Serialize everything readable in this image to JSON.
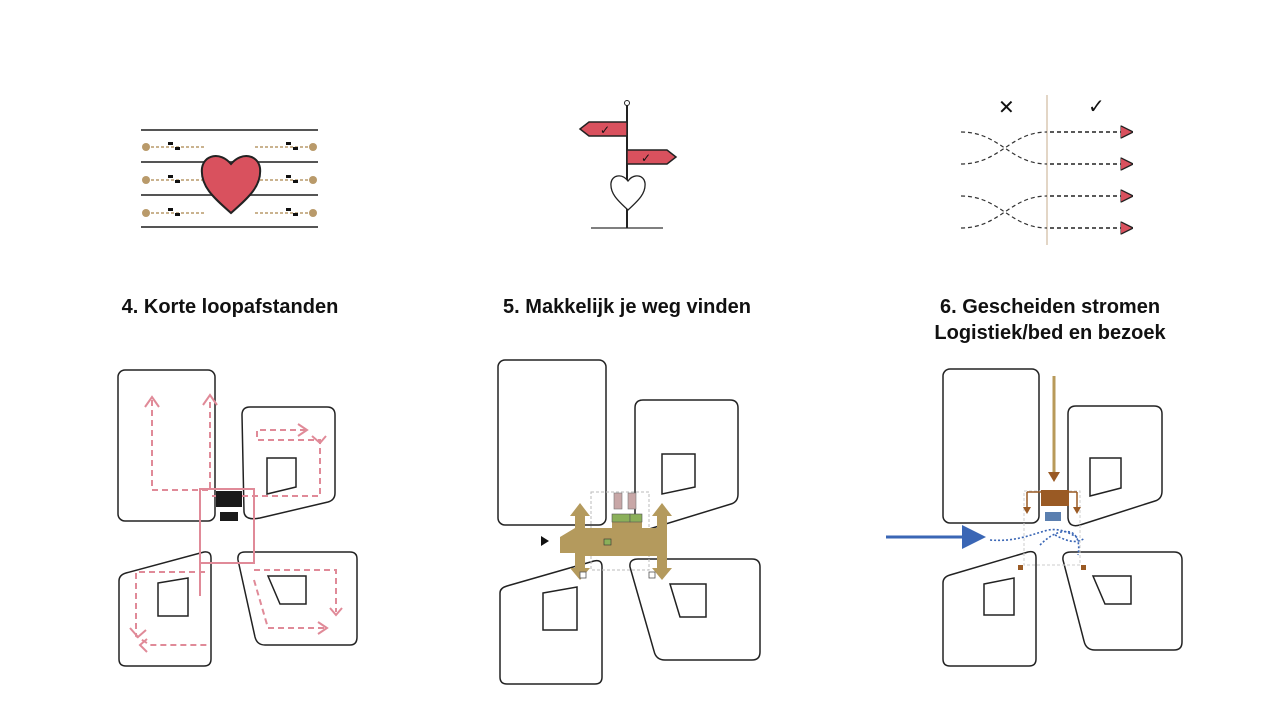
{
  "panels": [
    {
      "title": "4. Korte loopafstanden"
    },
    {
      "title": "5. Makkelijk je weg vinden"
    },
    {
      "title": "6. Gescheiden stromen",
      "subtitle": "Logistiek/bed en bezoek"
    }
  ],
  "icons": {
    "panel1": [
      "heart-icon",
      "footsteps-icon"
    ],
    "panel2": [
      "signpost-icon",
      "heart-outline-icon"
    ],
    "panel3": [
      "crossing-flows-icon",
      "parallel-flows-icon"
    ]
  },
  "marks": {
    "wrong": "✕",
    "right": "✓"
  },
  "colors": {
    "heart_red": "#d9515e",
    "path_pink": "#e08a98",
    "plaza_tan": "#b49a5d",
    "logistics_tan": "#b89a5a",
    "logistics_brown": "#9a5a24",
    "visitor_blue": "#3a66b5",
    "tan_dot": "#b99a6a"
  }
}
